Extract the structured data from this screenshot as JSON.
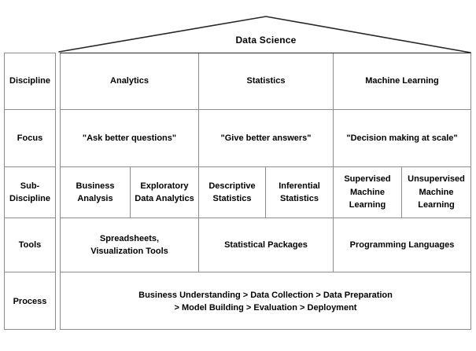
{
  "roof": {
    "title": "Data Science"
  },
  "row_labels": [
    "Discipline",
    "Focus",
    "Sub-\nDiscipline",
    "Tools",
    "Process"
  ],
  "grid": {
    "disciplines": [
      "Analytics",
      "Statistics",
      "Machine Learning"
    ],
    "focus": [
      "\"Ask better questions\"",
      "\"Give better answers\"",
      "\"Decision making at scale\""
    ],
    "sub_disciplines": [
      "Business\nAnalysis",
      "Exploratory\nData Analytics",
      "Descriptive\nStatistics",
      "Inferential\nStatistics",
      "Supervised\nMachine\nLearning",
      "Unsupervised\nMachine\nLearning"
    ],
    "tools": [
      "Spreadsheets,\nVisualization Tools",
      "Statistical Packages",
      "Programming Languages"
    ],
    "process": "Business Understanding > Data Collection > Data Preparation\n> Model Building > Evaluation > Deployment"
  },
  "colors": {
    "background": "#ffffff",
    "text": "#000000",
    "grid_line": "#8c8c8c",
    "roof_line": "#262626"
  }
}
